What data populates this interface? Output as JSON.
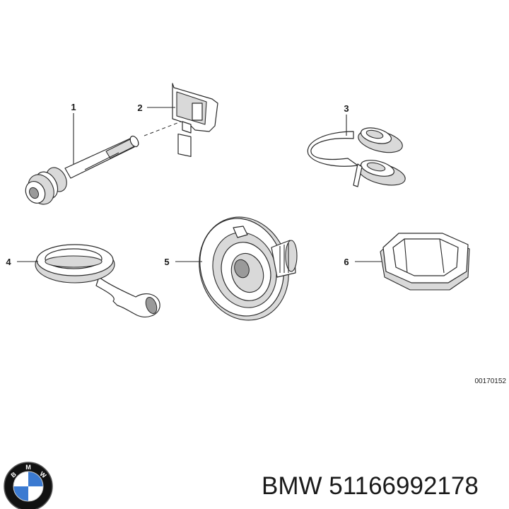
{
  "callouts": [
    "1",
    "2",
    "3",
    "4",
    "5",
    "6"
  ],
  "diagram_ref": "00170152",
  "brand": "BMW",
  "part_number": "51166992178",
  "logo": {
    "icon": "bmw-roundel-icon",
    "letters": [
      "B",
      "M",
      "W"
    ],
    "colors": {
      "ring": "#111111",
      "blue": "#3b7ad1",
      "white": "#ffffff"
    }
  }
}
